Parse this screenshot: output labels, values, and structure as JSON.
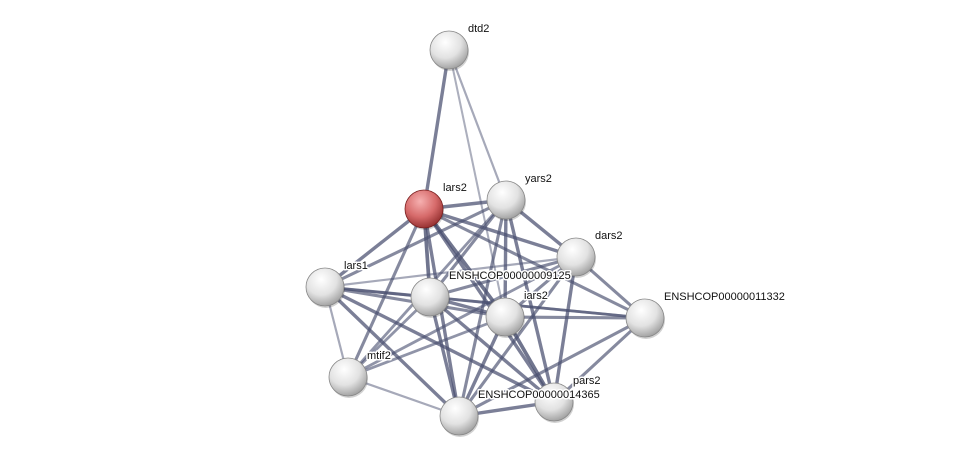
{
  "network": {
    "query_node": "lars2",
    "colors": {
      "query": "#d06060",
      "node": "#dcdcdc",
      "edge": "#4a5070"
    },
    "nodes": [
      "dtd2",
      "lars2",
      "yars2",
      "dars2",
      "lars1",
      "ENSHCOP00000009125",
      "iars2",
      "ENSHCOP00000011332",
      "mtif2",
      "pars2",
      "ENSHCOP00000014365"
    ],
    "edges": [
      [
        "dtd2",
        "lars2",
        0.8
      ],
      [
        "dtd2",
        "yars2",
        0.4
      ],
      [
        "dtd2",
        "iars2",
        0.35
      ],
      [
        "lars2",
        "yars2",
        0.8
      ],
      [
        "lars2",
        "dars2",
        0.8
      ],
      [
        "lars2",
        "lars1",
        0.8
      ],
      [
        "lars2",
        "ENSHCOP00000009125",
        0.9
      ],
      [
        "lars2",
        "iars2",
        0.9
      ],
      [
        "lars2",
        "ENSHCOP00000011332",
        0.7
      ],
      [
        "lars2",
        "mtif2",
        0.7
      ],
      [
        "lars2",
        "pars2",
        0.8
      ],
      [
        "lars2",
        "ENSHCOP00000014365",
        0.8
      ],
      [
        "yars2",
        "dars2",
        0.8
      ],
      [
        "yars2",
        "lars1",
        0.7
      ],
      [
        "yars2",
        "ENSHCOP00000009125",
        0.7
      ],
      [
        "yars2",
        "iars2",
        0.8
      ],
      [
        "yars2",
        "pars2",
        0.8
      ],
      [
        "yars2",
        "ENSHCOP00000014365",
        0.7
      ],
      [
        "yars2",
        "mtif2",
        0.6
      ],
      [
        "dars2",
        "lars1",
        0.4
      ],
      [
        "dars2",
        "ENSHCOP00000009125",
        0.7
      ],
      [
        "dars2",
        "iars2",
        0.7
      ],
      [
        "dars2",
        "ENSHCOP00000011332",
        0.7
      ],
      [
        "dars2",
        "pars2",
        0.8
      ],
      [
        "dars2",
        "ENSHCOP00000014365",
        0.7
      ],
      [
        "dars2",
        "mtif2",
        0.6
      ],
      [
        "lars1",
        "ENSHCOP00000009125",
        0.7
      ],
      [
        "lars1",
        "iars2",
        0.7
      ],
      [
        "lars1",
        "ENSHCOP00000011332",
        0.6
      ],
      [
        "lars1",
        "mtif2",
        0.4
      ],
      [
        "lars1",
        "pars2",
        0.8
      ],
      [
        "lars1",
        "ENSHCOP00000014365",
        0.8
      ],
      [
        "ENSHCOP00000009125",
        "iars2",
        0.8
      ],
      [
        "ENSHCOP00000009125",
        "ENSHCOP00000011332",
        0.6
      ],
      [
        "ENSHCOP00000009125",
        "mtif2",
        0.6
      ],
      [
        "ENSHCOP00000009125",
        "pars2",
        0.8
      ],
      [
        "ENSHCOP00000009125",
        "ENSHCOP00000014365",
        0.8
      ],
      [
        "iars2",
        "ENSHCOP00000011332",
        0.7
      ],
      [
        "iars2",
        "mtif2",
        0.6
      ],
      [
        "iars2",
        "pars2",
        0.9
      ],
      [
        "iars2",
        "ENSHCOP00000014365",
        0.8
      ],
      [
        "ENSHCOP00000011332",
        "pars2",
        0.7
      ],
      [
        "ENSHCOP00000011332",
        "ENSHCOP00000014365",
        0.7
      ],
      [
        "mtif2",
        "ENSHCOP00000014365",
        0.4
      ],
      [
        "pars2",
        "ENSHCOP00000014365",
        0.8
      ]
    ]
  }
}
